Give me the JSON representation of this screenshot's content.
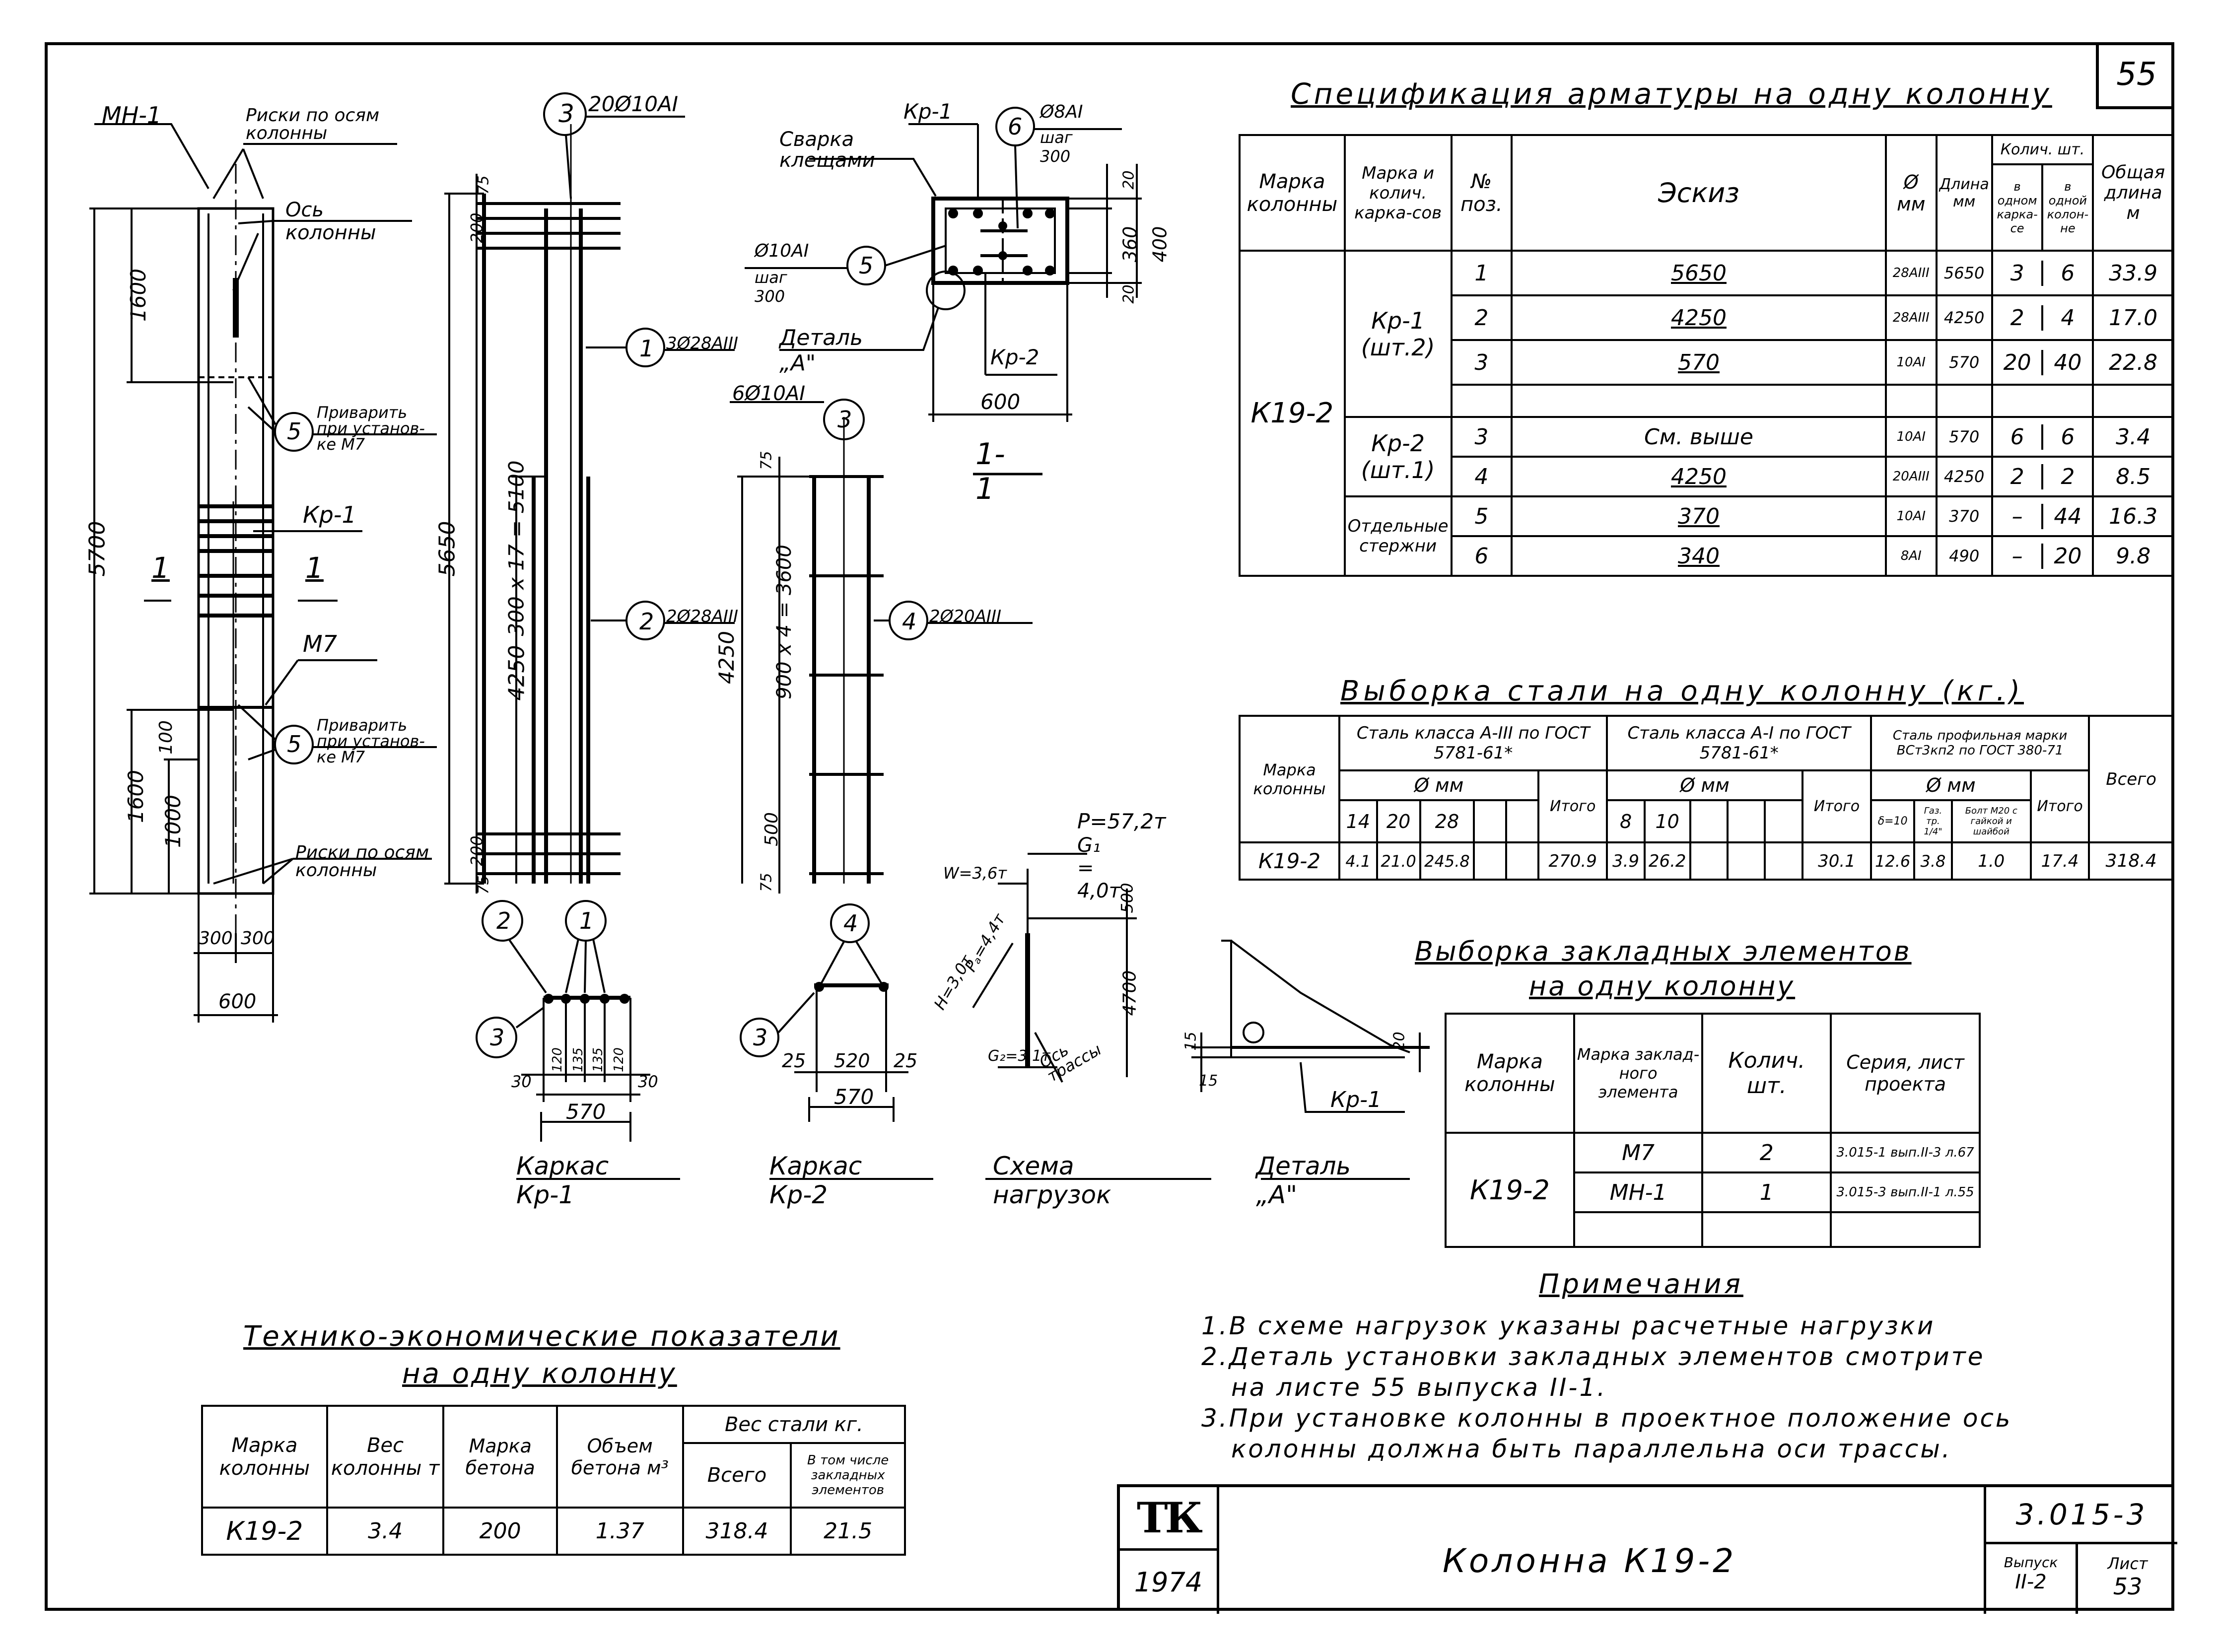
{
  "sheet_number": "55",
  "spec": {
    "title": "Спецификация арматуры на одну колонну",
    "headers": {
      "mark": "Марка колонны",
      "frame": "Марка и колич. карка-сов",
      "pos": "№ поз.",
      "sketch": "Эскиз",
      "dia": "Ø мм",
      "len": "Длина мм",
      "qty": "Колич. шт.",
      "qty_frame": "в одном карка-се",
      "qty_col": "в одной колон-не",
      "total": "Общая длина м"
    },
    "column_mark": "К19-2",
    "groups": {
      "kp1": "Кр-1 (шт.2)",
      "kp2": "Кр-2 (шт.1)",
      "sep": "Отдельные стержни"
    },
    "rows": [
      {
        "pos": "1",
        "sketch": "5650",
        "dia": "28АIII",
        "len": "5650",
        "qf": "3",
        "qc": "6",
        "total": "33.9"
      },
      {
        "pos": "2",
        "sketch": "4250",
        "dia": "28АIII",
        "len": "4250",
        "qf": "2",
        "qc": "4",
        "total": "17.0"
      },
      {
        "pos": "3",
        "sketch": "570",
        "dia": "10АI",
        "len": "570",
        "qf": "20",
        "qc": "40",
        "total": "22.8"
      },
      {
        "pos": "3",
        "sketch": "См. выше",
        "dia": "10АI",
        "len": "570",
        "qf": "6",
        "qc": "6",
        "total": "3.4"
      },
      {
        "pos": "4",
        "sketch": "4250",
        "dia": "20АIII",
        "len": "4250",
        "qf": "2",
        "qc": "2",
        "total": "8.5"
      },
      {
        "pos": "5",
        "sketch": "370",
        "dia": "10АI",
        "len": "370",
        "qf": "–",
        "qc": "44",
        "total": "16.3"
      },
      {
        "pos": "6",
        "sketch": "340",
        "dia": "8АI",
        "len": "490",
        "qf": "–",
        "qc": "20",
        "total": "9.8"
      }
    ]
  },
  "steel": {
    "title": "Выборка стали на одну колонну (кг.)",
    "mark": "Марка колонны",
    "a3": "Сталь класса А-III по ГОСТ 5781-61*",
    "a1": "Сталь класса А-I по ГОСТ 5781-61*",
    "prof": "Сталь профильная марки ВСт3кп2 по ГОСТ 380-71",
    "dia": "Ø мм",
    "itogo": "Итого",
    "vsego": "Всего",
    "d14": "14",
    "d20": "20",
    "d28": "28",
    "d8": "8",
    "d10": "10",
    "pd1": "δ=10",
    "pd2": "Газ. тр. 1/4\"",
    "pd3": "Болт М20 с гайкой и шайбой",
    "row": {
      "mark": "К19-2",
      "v14": "4.1",
      "v20": "21.0",
      "v28": "245.8",
      "it1": "270.9",
      "v8": "3.9",
      "v10": "26.2",
      "it2": "30.1",
      "p1": "12.6",
      "p2": "3.8",
      "p3": "1.0",
      "it3": "17.4",
      "all": "318.4"
    }
  },
  "embed": {
    "title1": "Выборка закладных элементов",
    "title2": "на одну колонну",
    "h_mark": "Марка колонны",
    "h_emark": "Марка заклад-ного элемента",
    "h_qty": "Колич. шт.",
    "h_series": "Серия, лист проекта",
    "col": "К19-2",
    "rows": [
      {
        "m": "М7",
        "q": "2",
        "s": "3.015-1 вып.II-3 л.67"
      },
      {
        "m": "МН-1",
        "q": "1",
        "s": "3.015-3 вып.II-1 л.55"
      }
    ]
  },
  "notes": {
    "title": "Примечания",
    "n1": "1.В схеме нагрузок указаны расчетные нагрузки",
    "n2": "2.Деталь установки закладных элементов смотрите",
    "n2b": "на листе 55 выпуска II-1.",
    "n3": "3.При установке колонны в проектное положение ось",
    "n3b": "колонны должна быть параллельна оси трассы."
  },
  "tep": {
    "title1": "Технико-экономические показатели",
    "title2": "на одну колонну",
    "h_mark": "Марка колонны",
    "h_weight": "Вес колонны т",
    "h_concrete": "Марка бетона",
    "h_volume": "Объем бетона м³",
    "h_steel": "Вес стали кг.",
    "h_all": "Всего",
    "h_incl": "В том числе закладных элементов",
    "row": {
      "mark": "К19-2",
      "weight": "3.4",
      "concrete": "200",
      "volume": "1.37",
      "all": "318.4",
      "incl": "21.5"
    }
  },
  "titleblock": {
    "logo": "ТК",
    "year": "1974",
    "name": "Колонна К19-2",
    "series": "3.015-3",
    "vyp_label": "Выпуск",
    "vyp": "II-2",
    "list_label": "Лист",
    "list": "53"
  },
  "labels": {
    "mn1": "МН-1",
    "riski_top": "Риски по осям колонны",
    "os_kol": "Ось колонны",
    "d1600a": "1600",
    "d5700": "5700",
    "d1600b": "1600",
    "d1000": "1000",
    "d100": "100",
    "privarit1": "Приварить при установ-ке М7",
    "privarit2": "Приварить при установ-ке М7",
    "kp1": "Кр-1",
    "m7": "М7",
    "riski_bot": "Риски по осям колонны",
    "sec1": "1",
    "d300a": "300",
    "d300b": "300",
    "d600": "600",
    "call3_top": "3",
    "bar3": "20Ø10АI",
    "d75a": "75",
    "d200": "200",
    "d5650": "5650",
    "d5100": "300 x 17 = 5100",
    "d4250": "4250",
    "d200b": "200",
    "d75b": "75",
    "call1": "1",
    "bar1": "3Ø28АIII",
    "call2": "2",
    "bar2": "2Ø28АIII",
    "bar3b": "6Ø10АI",
    "call3b": "3",
    "d75c": "75",
    "d4250b": "4250",
    "d3600": "900 x 4 = 3600",
    "d500": "500",
    "d75d": "75",
    "call4": "4",
    "bar4": "2Ø20АIII",
    "svarka": "Сварка клещами",
    "kp1s": "Кр-1",
    "call6": "6",
    "bar6a": "Ø8АI",
    "bar6b": "шаг 300",
    "bar5a": "Ø10АI",
    "bar5b": "шаг 300",
    "call5": "5",
    "detA": "Деталь „А\"",
    "kp2s": "Кр-2",
    "d20": "20",
    "d360": "360",
    "d400": "400",
    "d20b": "20",
    "d600s": "600",
    "sec11": "1-1",
    "k_c2": "2",
    "k_c1": "1",
    "k_c3": "3",
    "k_120a": "120",
    "k_135a": "135",
    "k_135b": "135",
    "k_120b": "120",
    "k_30a": "30",
    "k_30b": "30",
    "k_570": "570",
    "k_title": "Каркас Кр-1",
    "k2_c4": "4",
    "k2_c3": "3",
    "k2_25a": "25",
    "k2_520": "520",
    "k2_25b": "25",
    "k2_570": "570",
    "k2_title": "Каркас Кр-2",
    "p": "P=57,2т",
    "g1": "G₁ = 4,0т",
    "w": "W=3,6т",
    "pa": "Pₐ=4,4т",
    "h": "H=3,0т",
    "g2": "G₂=3,1т",
    "os_trassy": "Ось трассы",
    "d500s": "500",
    "d4700": "4700",
    "l_title": "Схема нагрузок",
    "a_15a": "15",
    "a_15b": "15",
    "a_20": "20",
    "a_kp1": "Кр-1",
    "a_title": "Деталь „А\""
  }
}
